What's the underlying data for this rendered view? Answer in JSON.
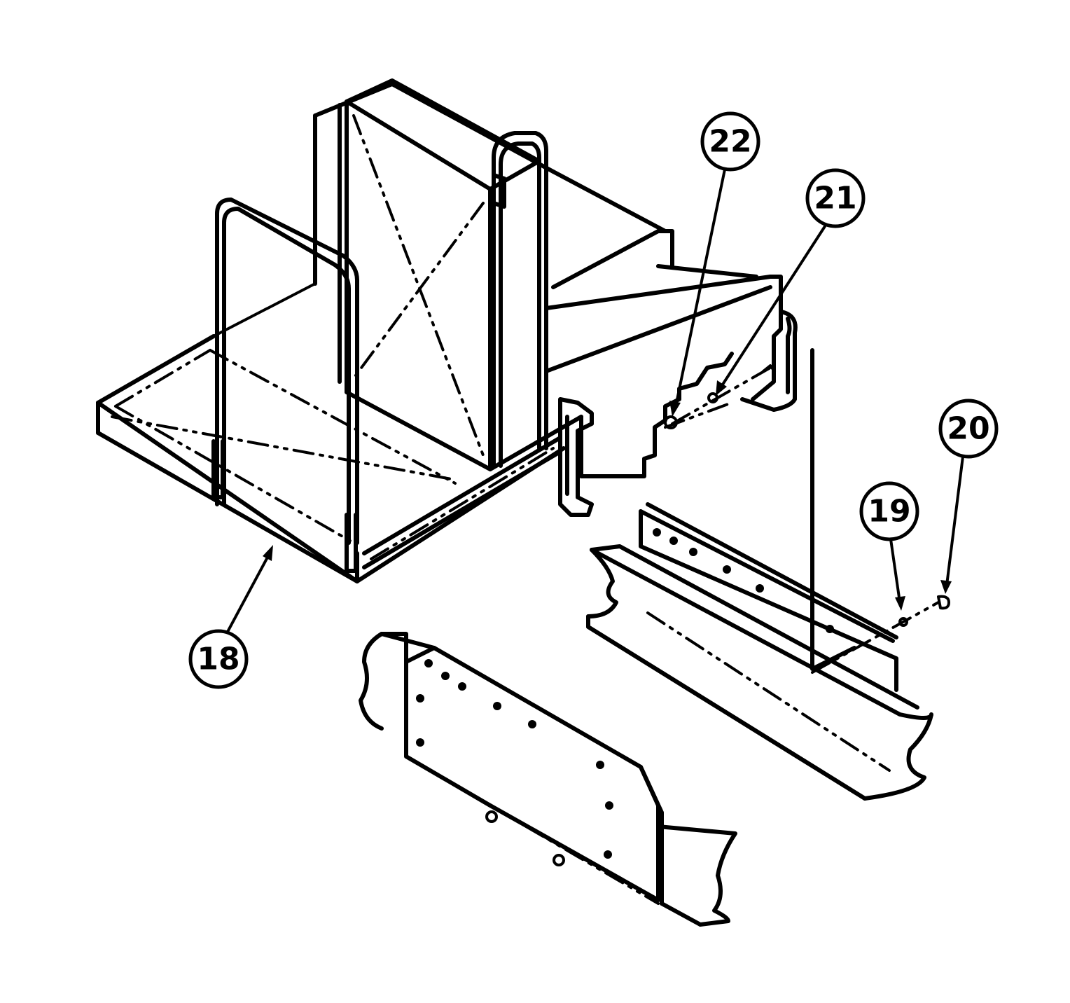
{
  "callouts": [
    {
      "id": "c22",
      "label": "22"
    },
    {
      "id": "c21",
      "label": "21"
    },
    {
      "id": "c20",
      "label": "20"
    },
    {
      "id": "c19",
      "label": "19"
    },
    {
      "id": "c18",
      "label": "18"
    }
  ]
}
